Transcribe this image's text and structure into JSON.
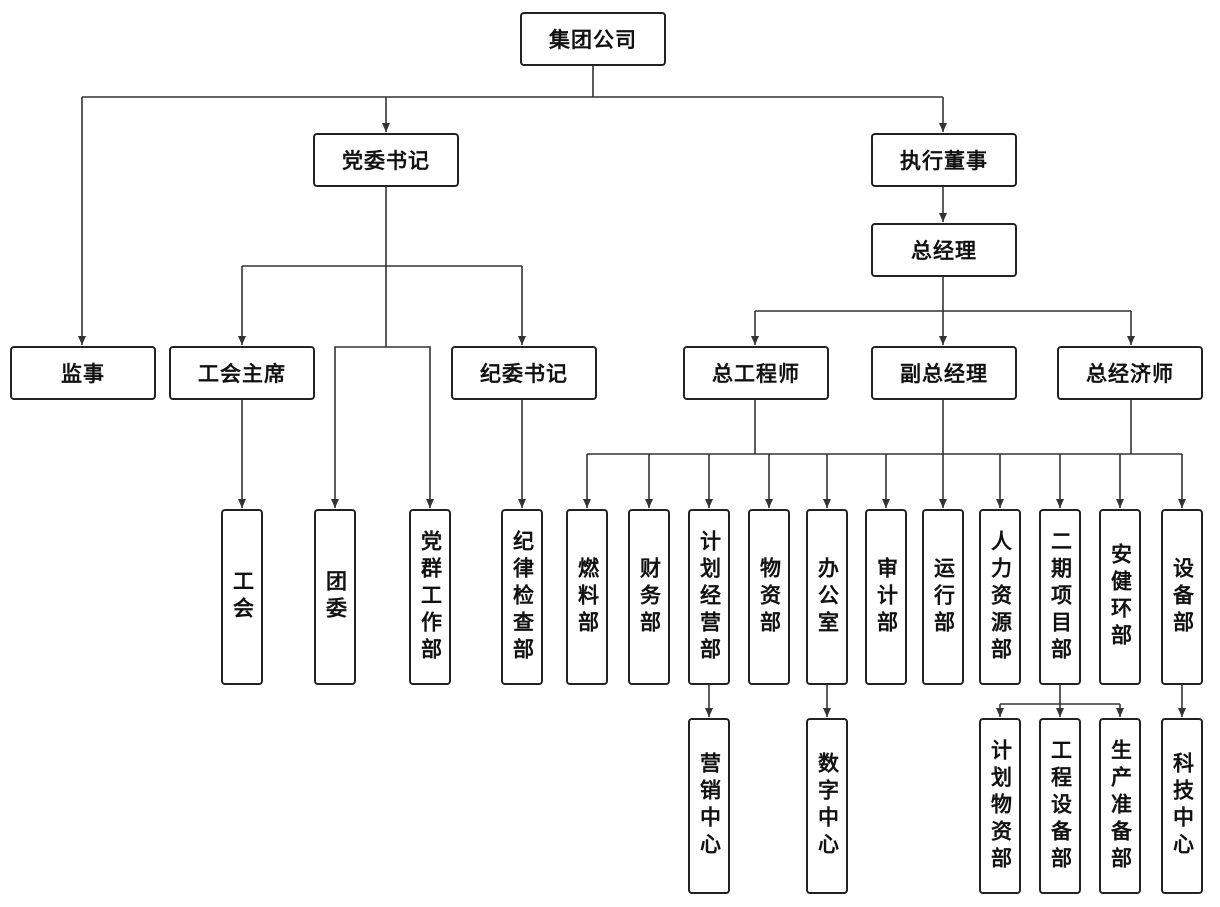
{
  "org_chart": {
    "nodes": [
      {
        "id": "n0",
        "label": "集团公司"
      },
      {
        "id": "n1",
        "label": "党委书记"
      },
      {
        "id": "n2",
        "label": "执行董事"
      },
      {
        "id": "n3",
        "label": "总经理"
      },
      {
        "id": "n4",
        "label": "监事"
      },
      {
        "id": "n5",
        "label": "工会主席"
      },
      {
        "id": "n6",
        "label": "纪委书记"
      },
      {
        "id": "n7",
        "label": "总工程师"
      },
      {
        "id": "n8",
        "label": "副总经理"
      },
      {
        "id": "n9",
        "label": "总经济师"
      },
      {
        "id": "n10",
        "label": "工会"
      },
      {
        "id": "n11",
        "label": "团委"
      },
      {
        "id": "n12",
        "label": "党群工作部"
      },
      {
        "id": "n13",
        "label": "纪律检查部"
      },
      {
        "id": "n14",
        "label": "燃料部"
      },
      {
        "id": "n15",
        "label": "财务部"
      },
      {
        "id": "n16",
        "label": "计划经营部"
      },
      {
        "id": "n17",
        "label": "物资部"
      },
      {
        "id": "n18",
        "label": "办公室"
      },
      {
        "id": "n19",
        "label": "审计部"
      },
      {
        "id": "n20",
        "label": "运行部"
      },
      {
        "id": "n21",
        "label": "人力资源部"
      },
      {
        "id": "n22",
        "label": "二期项目部"
      },
      {
        "id": "n23",
        "label": "安健环部"
      },
      {
        "id": "n24",
        "label": "设备部"
      },
      {
        "id": "n25",
        "label": "营销中心"
      },
      {
        "id": "n26",
        "label": "数字中心"
      },
      {
        "id": "n27",
        "label": "计划物资部"
      },
      {
        "id": "n28",
        "label": "工程设备部"
      },
      {
        "id": "n29",
        "label": "生产准备部"
      },
      {
        "id": "n30",
        "label": "科技中心"
      }
    ],
    "edges": [
      [
        "n0",
        "n4"
      ],
      [
        "n0",
        "n1"
      ],
      [
        "n0",
        "n2"
      ],
      [
        "n1",
        "n5"
      ],
      [
        "n1",
        "n6"
      ],
      [
        "n1",
        "n11"
      ],
      [
        "n1",
        "n12"
      ],
      [
        "n5",
        "n10"
      ],
      [
        "n6",
        "n13"
      ],
      [
        "n2",
        "n3"
      ],
      [
        "n3",
        "n7"
      ],
      [
        "n3",
        "n8"
      ],
      [
        "n3",
        "n9"
      ],
      [
        "n7",
        "n14"
      ],
      [
        "n7",
        "n15"
      ],
      [
        "n7",
        "n16"
      ],
      [
        "n7",
        "n17"
      ],
      [
        "n7",
        "n18"
      ],
      [
        "n7",
        "n19"
      ],
      [
        "n8",
        "n20"
      ],
      [
        "n9",
        "n21"
      ],
      [
        "n9",
        "n22"
      ],
      [
        "n9",
        "n23"
      ],
      [
        "n9",
        "n24"
      ],
      [
        "n16",
        "n25"
      ],
      [
        "n18",
        "n26"
      ],
      [
        "n22",
        "n27"
      ],
      [
        "n22",
        "n28"
      ],
      [
        "n22",
        "n29"
      ],
      [
        "n24",
        "n30"
      ]
    ]
  }
}
